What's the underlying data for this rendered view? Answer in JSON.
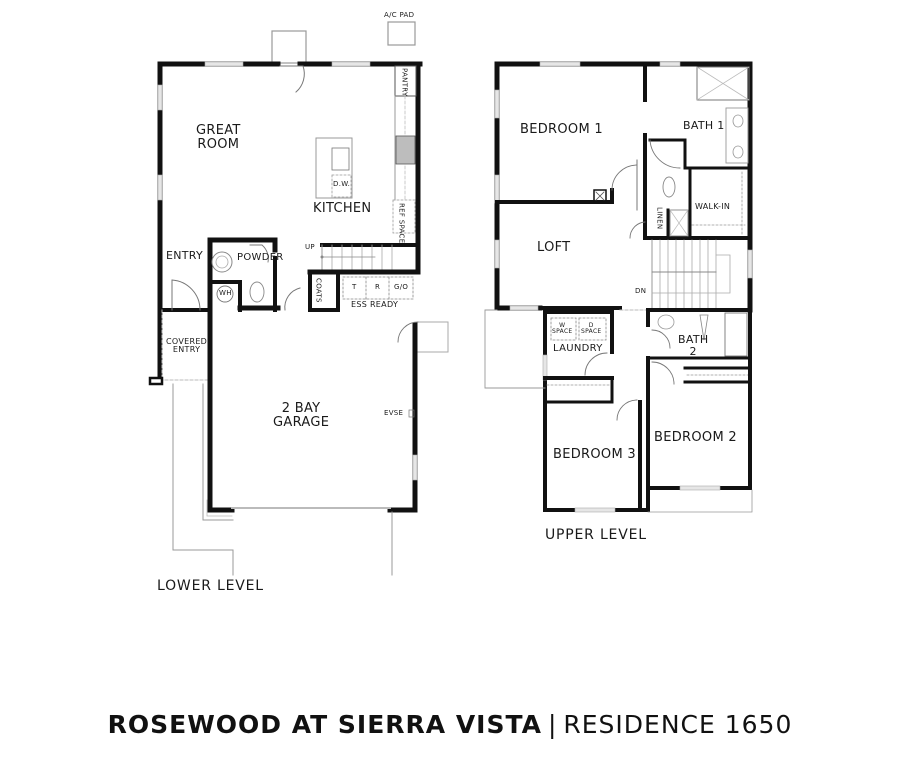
{
  "title": {
    "community": "ROSEWOOD AT SIERRA VISTA",
    "separator": "|",
    "residence": "RESIDENCE 1650"
  },
  "lower_level": {
    "label": "LOWER LEVEL",
    "rooms": {
      "great_room": "GREAT\nROOM",
      "great_room_line1": "GREAT",
      "great_room_line2": "ROOM",
      "kitchen": "KITCHEN",
      "entry": "ENTRY",
      "powder": "POWDER",
      "covered_entry_line1": "COVERED",
      "covered_entry_line2": "ENTRY",
      "garage_line1": "2 BAY",
      "garage_line2": "GARAGE"
    },
    "fixtures": {
      "ac_pad": "A/C PAD",
      "pantry": "PANTRY",
      "dishwasher": "D.W.",
      "ref_space": "REF SPACE",
      "stairs_up": "UP",
      "water_heater": "WH",
      "coats": "COATS",
      "trash": "T",
      "recycle": "R",
      "green_organics": "G/O",
      "ess_ready": "ESS READY",
      "evse": "EVSE"
    }
  },
  "upper_level": {
    "label": "UPPER LEVEL",
    "rooms": {
      "bedroom1": "BEDROOM 1",
      "bath1": "BATH 1",
      "walk_in": "WALK-IN",
      "linen": "LINEN",
      "loft": "LOFT",
      "laundry": "LAUNDRY",
      "bath2_line1": "BATH",
      "bath2_line2": "2",
      "bedroom2": "BEDROOM 2",
      "bedroom3": "BEDROOM 3"
    },
    "fixtures": {
      "stairs_down": "DN",
      "washer_line1": "W",
      "washer_line2": "SPACE",
      "dryer_line1": "D",
      "dryer_line2": "SPACE"
    }
  },
  "colors": {
    "wall": "#111111",
    "thin_line": "#8a8a8a",
    "window": "#d9d9d9",
    "background": "#ffffff"
  }
}
